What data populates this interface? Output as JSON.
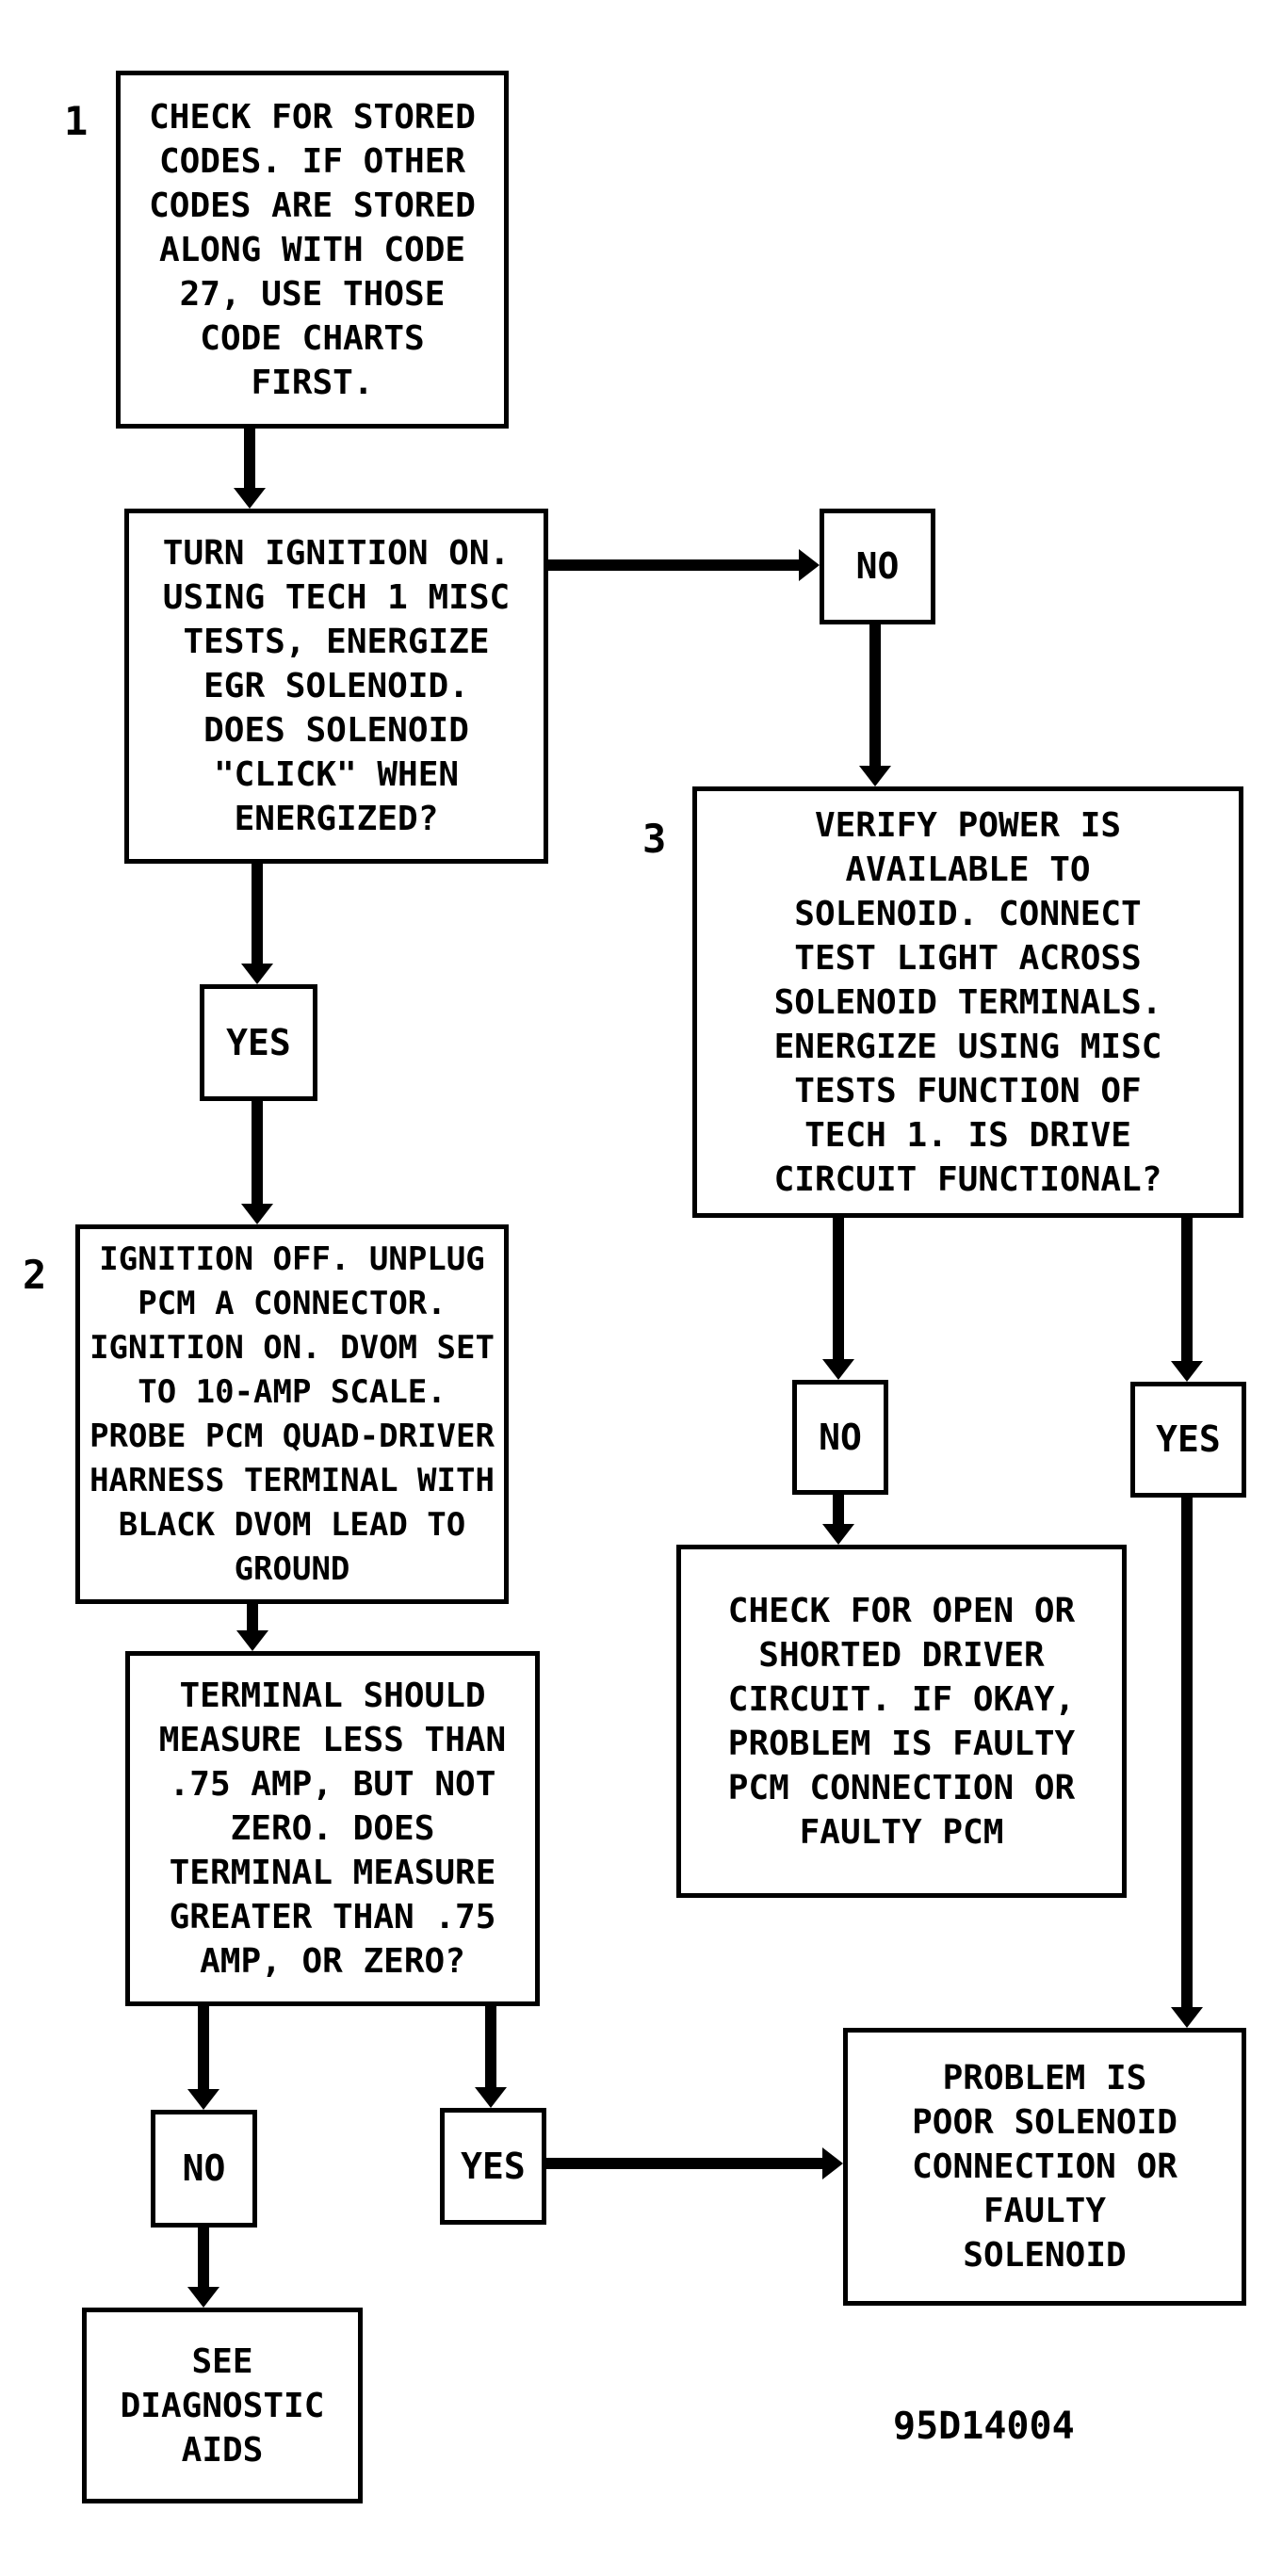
{
  "diagram": {
    "figure_id": "95D14004",
    "colors": {
      "background": "#ffffff",
      "ink": "#000000"
    },
    "step_labels": {
      "s1": "1",
      "s2": "2",
      "s3": "3"
    },
    "nodes": {
      "check_stored_codes": {
        "text": "CHECK FOR STORED\nCODES. IF OTHER\nCODES ARE STORED\nALONG WITH CODE\n27, USE THOSE\nCODE CHARTS\nFIRST."
      },
      "energize_solenoid": {
        "text": "TURN IGNITION ON.\nUSING TECH 1 MISC\nTESTS, ENERGIZE\nEGR SOLENOID.\nDOES SOLENOID\n\"CLICK\" WHEN\nENERGIZED?"
      },
      "no_top": {
        "text": "NO"
      },
      "yes_left": {
        "text": "YES"
      },
      "verify_power": {
        "text": "VERIFY POWER IS\nAVAILABLE TO\nSOLENOID. CONNECT\nTEST LIGHT ACROSS\nSOLENOID TERMINALS.\nENERGIZE USING MISC\nTESTS FUNCTION OF\nTECH 1. IS DRIVE\nCIRCUIT FUNCTIONAL?"
      },
      "probe_terminal": {
        "text": "IGNITION OFF. UNPLUG\nPCM A CONNECTOR.\nIGNITION ON. DVOM SET\nTO 10-AMP SCALE.\nPROBE PCM QUAD-DRIVER\nHARNESS TERMINAL WITH\nBLACK DVOM LEAD TO\nGROUND"
      },
      "terminal_measure": {
        "text": "TERMINAL SHOULD\nMEASURE LESS THAN\n.75 AMP, BUT NOT\nZERO. DOES\nTERMINAL MEASURE\nGREATER THAN .75\nAMP, OR ZERO?"
      },
      "no_mid": {
        "text": "NO"
      },
      "yes_right": {
        "text": "YES"
      },
      "check_driver_circuit": {
        "text": "CHECK FOR OPEN OR\nSHORTED DRIVER\nCIRCUIT. IF OKAY,\nPROBLEM IS FAULTY\nPCM CONNECTION OR\nFAULTY PCM"
      },
      "problem_solenoid": {
        "text": "PROBLEM IS\nPOOR SOLENOID\nCONNECTION OR\nFAULTY\nSOLENOID"
      },
      "no_bottom": {
        "text": "NO"
      },
      "yes_bottom": {
        "text": "YES"
      },
      "see_diagnostic_aids": {
        "text": "SEE\nDIAGNOSTIC\nAIDS"
      }
    },
    "edges": [
      {
        "from": "check_stored_codes",
        "to": "energize_solenoid"
      },
      {
        "from": "energize_solenoid",
        "to": "no_top"
      },
      {
        "from": "no_top",
        "to": "verify_power"
      },
      {
        "from": "energize_solenoid",
        "to": "yes_left"
      },
      {
        "from": "yes_left",
        "to": "probe_terminal"
      },
      {
        "from": "probe_terminal",
        "to": "terminal_measure"
      },
      {
        "from": "verify_power",
        "to": "no_mid"
      },
      {
        "from": "no_mid",
        "to": "check_driver_circuit"
      },
      {
        "from": "verify_power",
        "to": "yes_right"
      },
      {
        "from": "yes_right",
        "to": "problem_solenoid"
      },
      {
        "from": "terminal_measure",
        "to": "no_bottom"
      },
      {
        "from": "no_bottom",
        "to": "see_diagnostic_aids"
      },
      {
        "from": "terminal_measure",
        "to": "yes_bottom"
      },
      {
        "from": "yes_bottom",
        "to": "problem_solenoid"
      }
    ]
  }
}
